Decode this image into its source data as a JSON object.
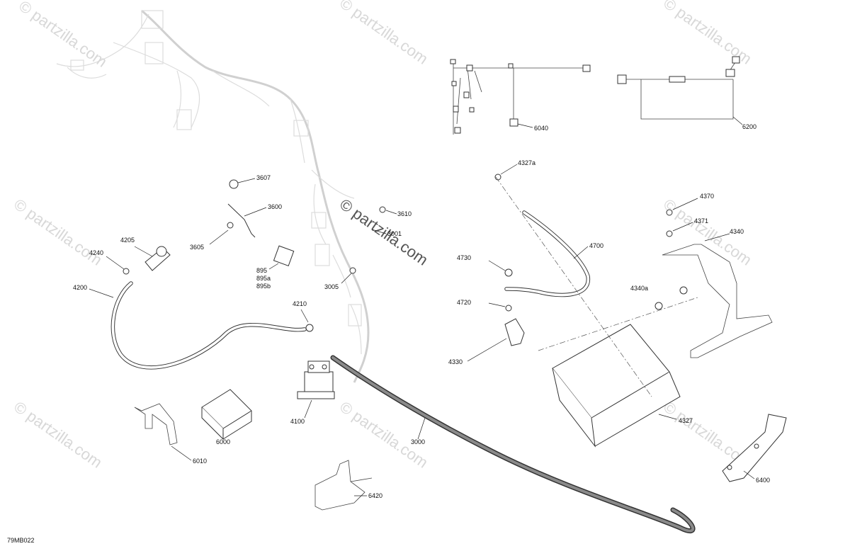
{
  "diagram": {
    "code": "79MB022",
    "watermark_text": "© partzilla.com",
    "labels": {
      "p3607": "3607",
      "p3600": "3600",
      "p3605": "3605",
      "p3610": "3610",
      "p3001": "3001",
      "p3005": "3005",
      "p895": "895",
      "p895a": "895a",
      "p895b": "895b",
      "p4205": "4205",
      "p4240": "4240",
      "p4200": "4200",
      "p4210": "4210",
      "p4100": "4100",
      "p3000": "3000",
      "p6000": "6000",
      "p6010": "6010",
      "p6420": "6420",
      "p6040": "6040",
      "p6200": "6200",
      "p4327a": "4327a",
      "p4700": "4700",
      "p4730": "4730",
      "p4720": "4720",
      "p4330": "4330",
      "p4327": "4327",
      "p4370": "4370",
      "p4371": "4371",
      "p4340": "4340",
      "p4340a": "4340a",
      "p6400": "6400"
    }
  }
}
